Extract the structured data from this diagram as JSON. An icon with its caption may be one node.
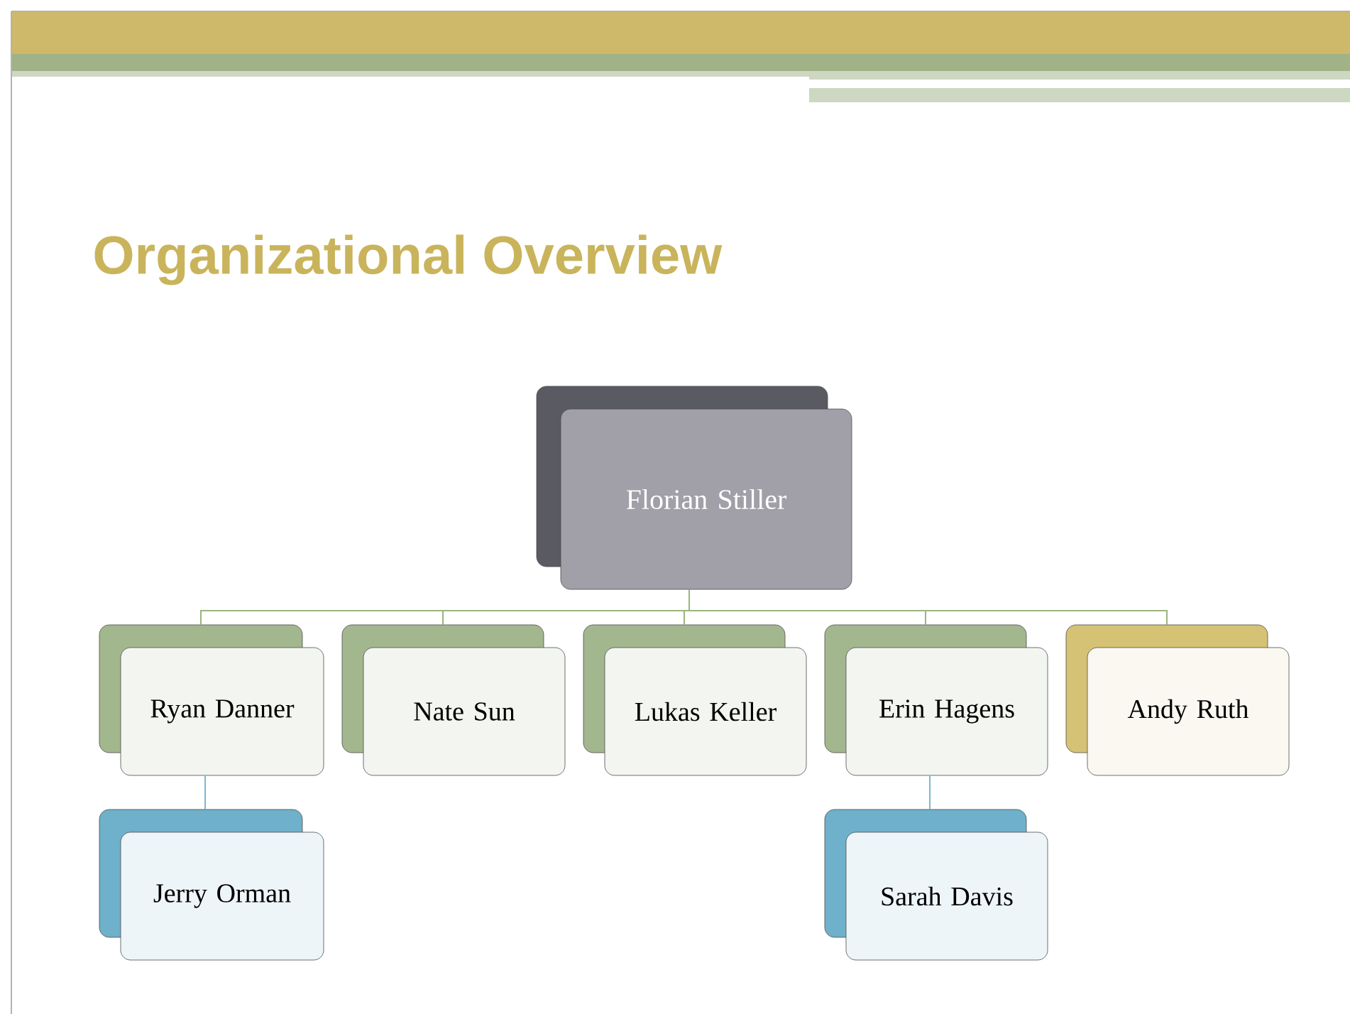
{
  "diagram": {
    "title": "Organizational Overview",
    "nodes": [
      {
        "text": [
          "Florian Stiller"
        ]
      },
      {
        "text": [
          "Ryan Danner"
        ]
      },
      {
        "text": [
          "Nate Sun"
        ]
      },
      {
        "text": [
          "Lukas Keller"
        ]
      },
      {
        "text": [
          "Erin Hagens"
        ]
      },
      {
        "text": [
          "Andy Ruth"
        ]
      },
      {
        "text": [
          "Jerry Orman"
        ]
      },
      {
        "text": [
          "Sarah Davis"
        ]
      }
    ],
    "edges": [
      {
        "from": 0,
        "to": 1,
        "arrow": "none"
      },
      {
        "from": 0,
        "to": 2,
        "arrow": "none"
      },
      {
        "from": 0,
        "to": 3,
        "arrow": "none"
      },
      {
        "from": 0,
        "to": 4,
        "arrow": "none"
      },
      {
        "from": 0,
        "to": 5,
        "arrow": "none"
      },
      {
        "from": 1,
        "to": 6,
        "arrow": "none",
        "color": "#7ab8d4"
      },
      {
        "from": 4,
        "to": 7,
        "arrow": "none",
        "color": "#7ab8d4"
      }
    ]
  }
}
